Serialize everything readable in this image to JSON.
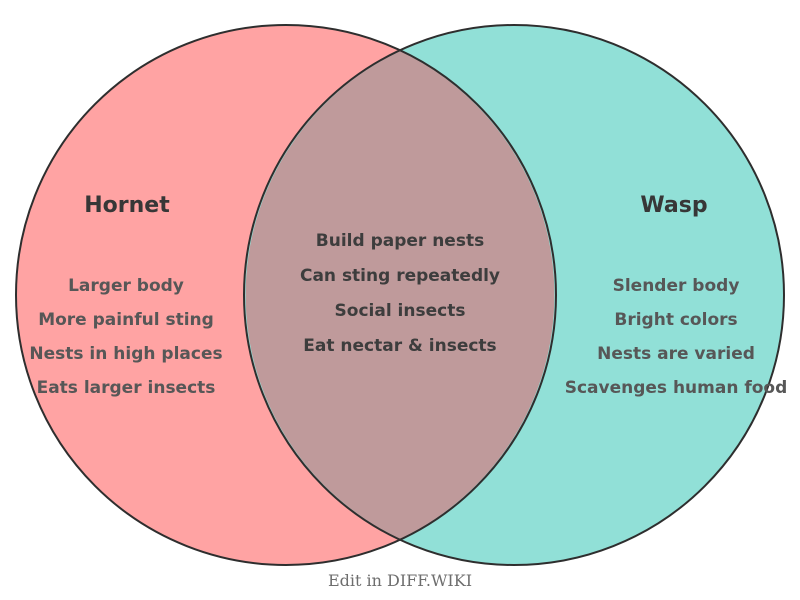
{
  "diagram": {
    "type": "venn",
    "left": {
      "title": "Hornet",
      "items": [
        "Larger body",
        "More painful sting",
        "Nests in high places",
        "Eats larger insects"
      ]
    },
    "right": {
      "title": "Wasp",
      "items": [
        "Slender body",
        "Bright colors",
        "Nests are varied",
        "Scavenges human food"
      ]
    },
    "shared": {
      "items": [
        "Build paper nests",
        "Can sting repeatedly",
        "Social insects",
        "Eat nectar & insects"
      ]
    },
    "colors": {
      "left_circle": "#ffa3a3",
      "right_circle": "#91e0d7",
      "overlap": "#bf9a9b",
      "outline": "#2e2e2e",
      "title_text": "#373737",
      "side_item_text": "#575757",
      "shared_item_text": "#3d3d3d",
      "footer_text": "#6e6e6e"
    },
    "footer": "Edit in DIFF.WIKI"
  }
}
